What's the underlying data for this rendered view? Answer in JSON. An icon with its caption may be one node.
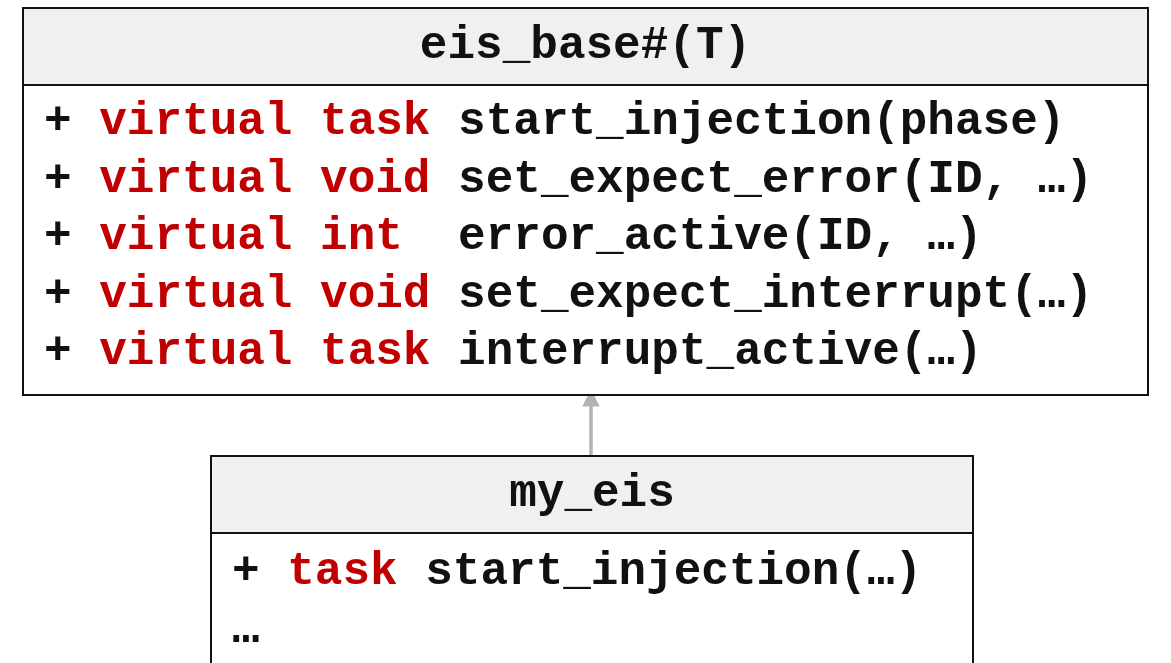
{
  "diagram": {
    "nodes": [
      {
        "text": [
          "eis_base#(T)",
          "+ *virtual task* start_injection(phase)",
          "+ *virtual void* set_expect_error(ID, …)",
          "+ *virtual int*  error_active(ID, …)",
          "+ *virtual void* set_expect_interrupt(…)",
          "+ *virtual task* interrupt_active(…)"
        ]
      },
      {
        "text": [
          "my_eis",
          "+ *task* start_injection(…)",
          "…"
        ]
      }
    ],
    "edges": [
      {
        "from": 1,
        "to": 0,
        "arrow": "to",
        "color": "#b3b3b3"
      }
    ]
  }
}
